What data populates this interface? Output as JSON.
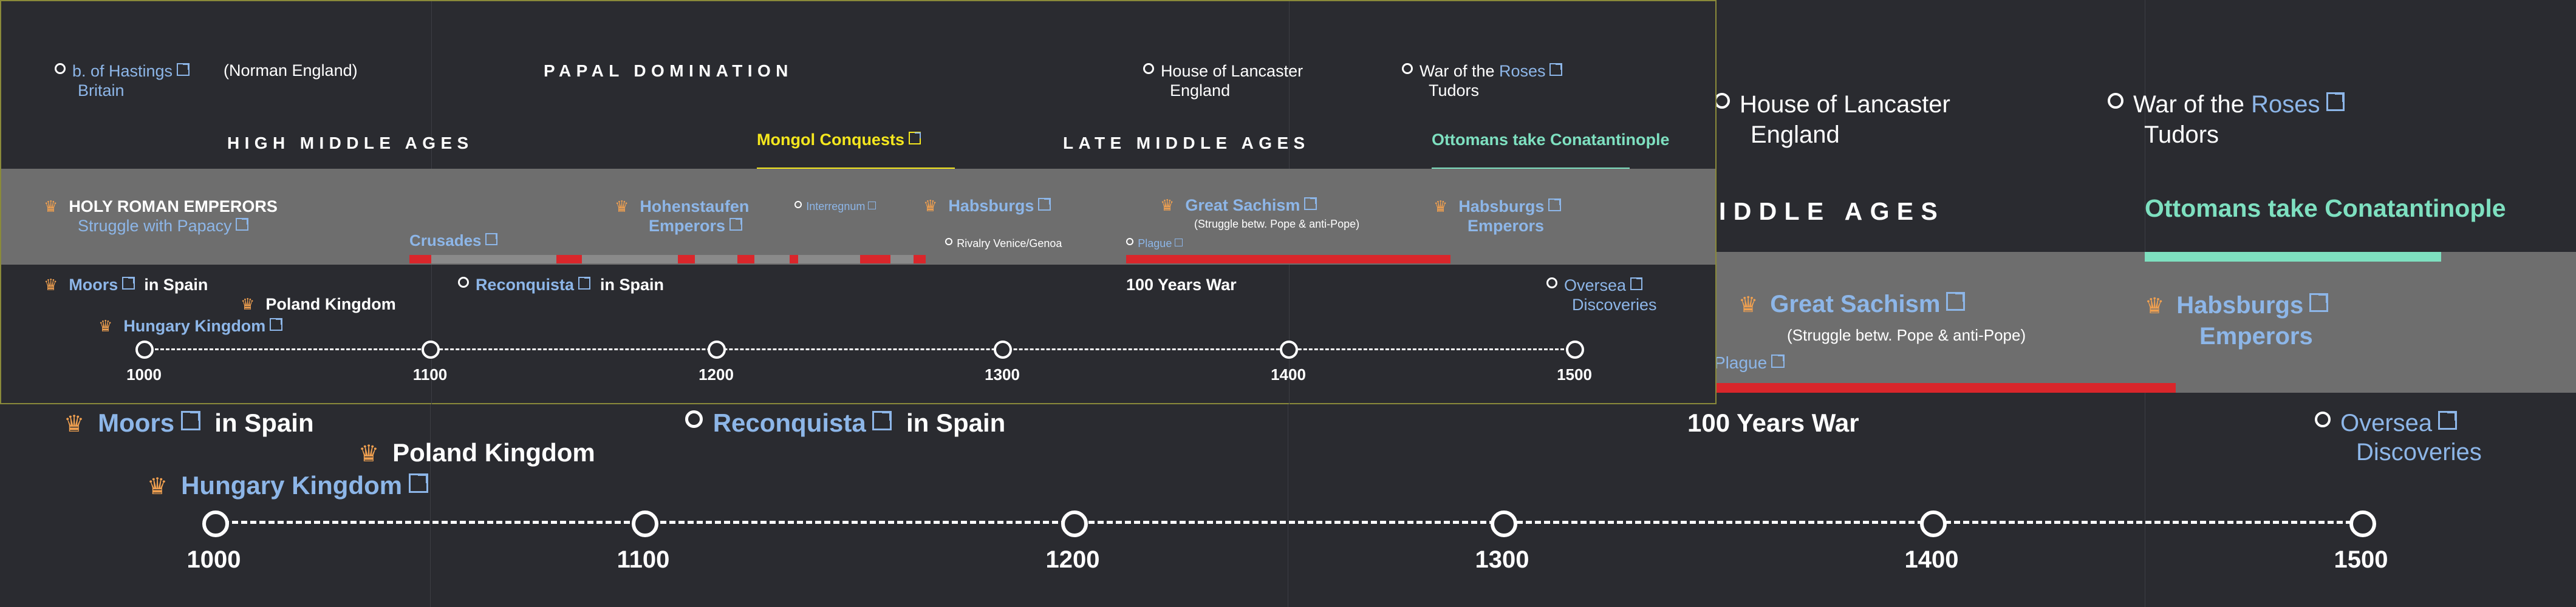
{
  "eras": {
    "high_middle_ages": "HIGH MIDDLE AGES",
    "papal_domination": "PAPAL DOMINATION",
    "late_middle_ages": "LATE MIDDLE AGES",
    "late_middle_ages_cropped": "IDDLE AGES"
  },
  "events": {
    "hastings_link": "b. of Hastings",
    "hastings_sub": "Britain",
    "norman_england": "(Norman England)",
    "mongol": "Mongol Conquests",
    "ottomans": "Ottomans take Conatantinople",
    "lancaster": "House of Lancaster",
    "lancaster_sub": "England",
    "roses_prefix": "War of the",
    "roses_link": "Roses",
    "roses_sub": "Tudors"
  },
  "band": {
    "hre_title": "HOLY ROMAN EMPERORS",
    "hre_sub": "Struggle with Papacy",
    "crusades": "Crusades",
    "hohenstaufen_1": "Hohenstaufen",
    "hohenstaufen_2": "Emperors",
    "interregnum": "Interregnum",
    "habsburgs": "Habsburgs",
    "rivalry": "Rivalry Venice/Genoa",
    "great_schism": "Great Sachism",
    "great_schism_sub": "(Struggle betw. Pope & anti-Pope)",
    "plague": "Plague",
    "habsburgs_emp_1": "Habsburgs",
    "habsburgs_emp_2": "Emperors"
  },
  "kingdoms": {
    "moors": "Moors",
    "in_spain": "in Spain",
    "poland": "Poland Kingdom",
    "hungary": "Hungary Kingdom",
    "reconquista": "Reconquista",
    "hundred_years": "100 Years War",
    "oversea_1": "Oversea",
    "oversea_2": "Discoveries"
  },
  "timeline": {
    "years": [
      "1000",
      "1100",
      "1200",
      "1300",
      "1400",
      "1500"
    ]
  },
  "colors": {
    "background": "#2a2b30",
    "band": "#6e6e6e",
    "link": "#8db6e8",
    "crown": "#f0a050",
    "mongol": "#f5e71e",
    "ottomans": "#7ee0c0",
    "war_red": "#d9262b",
    "frame": "#8a8a3a"
  },
  "icons": [
    "crown-icon",
    "external-link-icon",
    "circle-marker-icon"
  ]
}
